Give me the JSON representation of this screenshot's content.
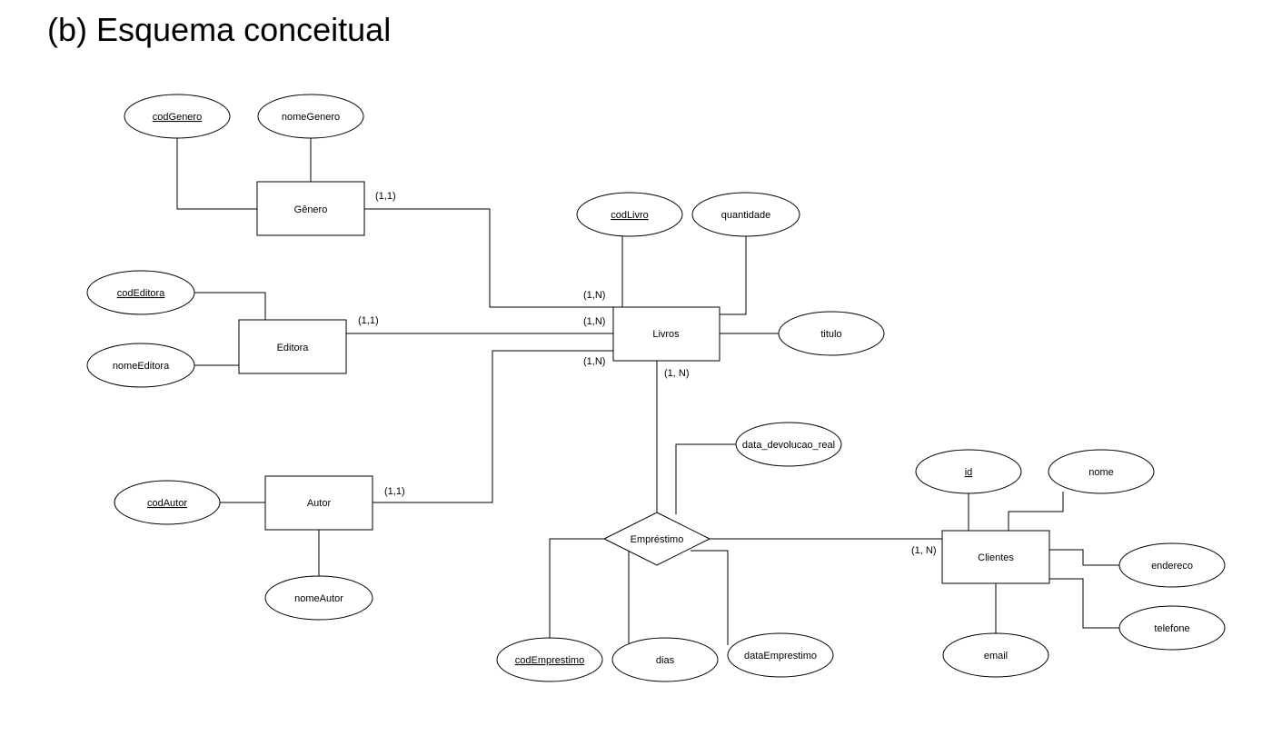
{
  "title": "(b) Esquema conceitual",
  "entities": {
    "genero": "Gênero",
    "editora": "Editora",
    "autor": "Autor",
    "livros": "Livros",
    "clientes": "Clientes"
  },
  "relationships": {
    "emprestimo": "Empréstimo"
  },
  "attributes": {
    "codGenero": "codGenero",
    "nomeGenero": "nomeGenero",
    "codEditora": "codEditora",
    "nomeEditora": "nomeEditora",
    "codAutor": "codAutor",
    "nomeAutor": "nomeAutor",
    "codLivro": "codLivro",
    "quantidade": "quantidade",
    "titulo": "titulo",
    "data_devolucao_real": "data_devolucao_real",
    "codEmprestimo": "codEmprestimo",
    "dias": "dias",
    "dataEmprestimo": "dataEmprestimo",
    "id": "id",
    "nome": "nome",
    "endereco": "endereco",
    "telefone": "telefone",
    "email": "email"
  },
  "cardinalities": {
    "genero_side": "(1,1)",
    "editora_side": "(1,1)",
    "autor_side": "(1,1)",
    "livros_genero": "(1,N)",
    "livros_editora": "(1,N)",
    "livros_autor": "(1,N)",
    "livros_emprestimo": "(1, N)",
    "clientes_emprestimo": "(1, N)"
  }
}
